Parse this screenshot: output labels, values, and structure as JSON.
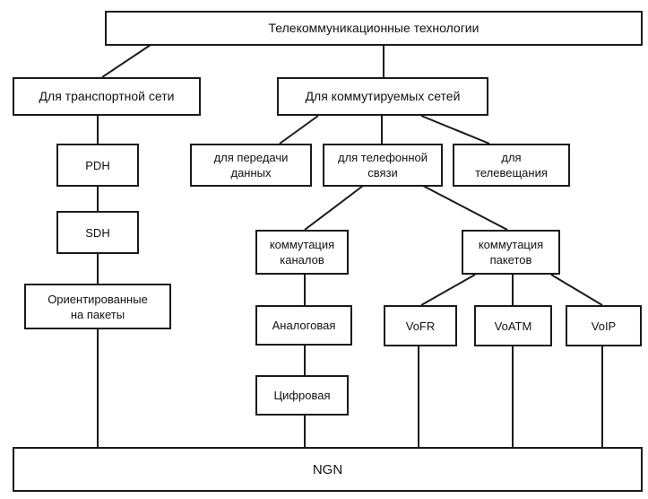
{
  "diagram": {
    "root": "Телекоммуникационные технологии",
    "transport": "Для транспортной сети",
    "switched": "Для коммутируемых сетей",
    "data_transfer": "для передачи\nданных",
    "telephony": "для телефонной\nсвязи",
    "broadcast": "для\nтелевещания",
    "pdh": "PDH",
    "sdh": "SDH",
    "packet_oriented": "Ориентированные\nна пакеты",
    "circuit_switching": "коммутация\nканалов",
    "packet_switching": "коммутация\nпакетов",
    "analog": "Аналоговая",
    "digital": "Цифровая",
    "vofr": "VoFR",
    "voatm": "VoATM",
    "voip": "VoIP",
    "ngn": "NGN"
  }
}
